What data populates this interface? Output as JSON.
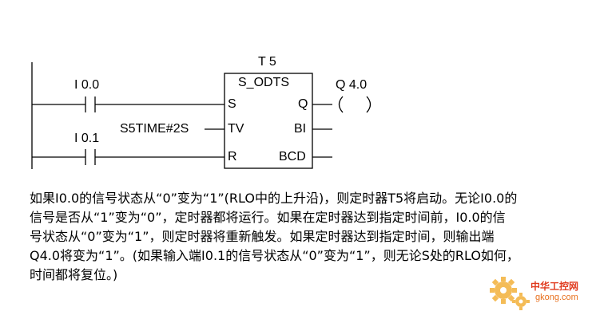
{
  "diagram": {
    "timer_name": "T 5",
    "timer_type": "S_ODTS",
    "input_contact_1": "I 0.0",
    "input_contact_2": "I 0.1",
    "time_value": "S5TIME#2S",
    "output_coil": "Q 4.0",
    "pins": {
      "s": "S",
      "tv": "TV",
      "r": "R",
      "q": "Q",
      "bi": "BI",
      "bcd": "BCD"
    }
  },
  "description": {
    "lines": [
      "如果I0.0的信号状态从“0”变为“1”(RLO中的上升沿)，则定时器T5将启动。无论I0.0的",
      "信号是否从“1”变为“0”，定时器都将运行。如果在定时器达到指定时间前，I0.0的信",
      "号状态从“0”变为“1”，则定时器将重新触发。如果定时器达到指定时间，则输出端",
      "Q4.0将变为“1”。(如果输入端I0.1的信号状态从“0”变为“1”，则无论S处的RLO如何，",
      "时间都将复位。)"
    ]
  },
  "watermark": {
    "text_cn": "中华工控网",
    "url": "gkong.com"
  },
  "colors": {
    "line": "#000000",
    "logo_gear": "#f0a020",
    "logo_text": "#e03a1e"
  }
}
